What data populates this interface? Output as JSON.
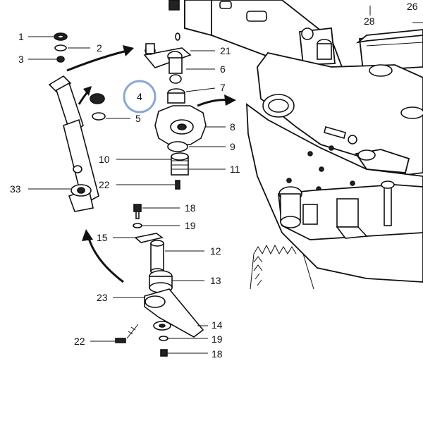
{
  "diagram": {
    "highlight_color": "#8aa8d0",
    "ink_color": "#111111",
    "highlighted_callout": "4",
    "callouts": [
      {
        "label": "1"
      },
      {
        "label": "2"
      },
      {
        "label": "3"
      },
      {
        "label": "4"
      },
      {
        "label": "5"
      },
      {
        "label": "6"
      },
      {
        "label": "7"
      },
      {
        "label": "8"
      },
      {
        "label": "9"
      },
      {
        "label": "10"
      },
      {
        "label": "11"
      },
      {
        "label": "12"
      },
      {
        "label": "13"
      },
      {
        "label": "14"
      },
      {
        "label": "15"
      },
      {
        "label": "18"
      },
      {
        "label": "19"
      },
      {
        "label": "21"
      },
      {
        "label": "22"
      },
      {
        "label": "23"
      },
      {
        "label": "26"
      },
      {
        "label": "28"
      },
      {
        "label": "33"
      },
      {
        "label": "18"
      },
      {
        "label": "19"
      },
      {
        "label": "22"
      }
    ]
  }
}
